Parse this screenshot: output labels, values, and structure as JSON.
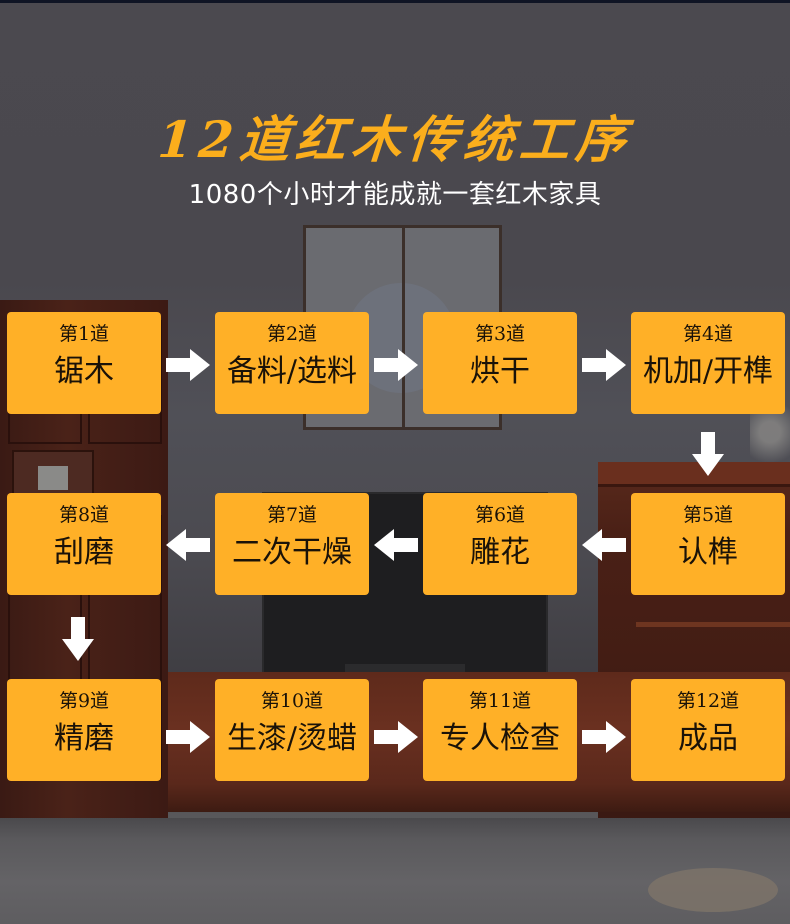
{
  "header": {
    "title": "12道红木传统工序",
    "subtitle": "1080个小时才能成就一套红木家具"
  },
  "colors": {
    "accent": "#ffb027",
    "title": "#fbae1c",
    "arrow": "#ffffff",
    "text_dark": "#1a1208"
  },
  "steps": [
    {
      "num": "第1道",
      "name": "锯木"
    },
    {
      "num": "第2道",
      "name": "备料/选料"
    },
    {
      "num": "第3道",
      "name": "烘干"
    },
    {
      "num": "第4道",
      "name": "机加/开榫"
    },
    {
      "num": "第5道",
      "name": "认榫"
    },
    {
      "num": "第6道",
      "name": "雕花"
    },
    {
      "num": "第7道",
      "name": "二次干燥"
    },
    {
      "num": "第8道",
      "name": "刮磨"
    },
    {
      "num": "第9道",
      "name": "精磨"
    },
    {
      "num": "第10道",
      "name": "生漆/烫蜡"
    },
    {
      "num": "第11道",
      "name": "专人检查"
    },
    {
      "num": "第12道",
      "name": "成品"
    }
  ],
  "arrows": [
    {
      "from": "第1道",
      "to": "第2道",
      "icon": "arrow-right-icon"
    },
    {
      "from": "第2道",
      "to": "第3道",
      "icon": "arrow-right-icon"
    },
    {
      "from": "第3道",
      "to": "第4道",
      "icon": "arrow-right-icon"
    },
    {
      "from": "第4道",
      "to": "第5道",
      "icon": "arrow-down-icon"
    },
    {
      "from": "第5道",
      "to": "第6道",
      "icon": "arrow-left-icon"
    },
    {
      "from": "第6道",
      "to": "第7道",
      "icon": "arrow-left-icon"
    },
    {
      "from": "第7道",
      "to": "第8道",
      "icon": "arrow-left-icon"
    },
    {
      "from": "第8道",
      "to": "第9道",
      "icon": "arrow-down-icon"
    },
    {
      "from": "第9道",
      "to": "第10道",
      "icon": "arrow-right-icon"
    },
    {
      "from": "第10道",
      "to": "第11道",
      "icon": "arrow-right-icon"
    },
    {
      "from": "第11道",
      "to": "第12道",
      "icon": "arrow-right-icon"
    }
  ]
}
